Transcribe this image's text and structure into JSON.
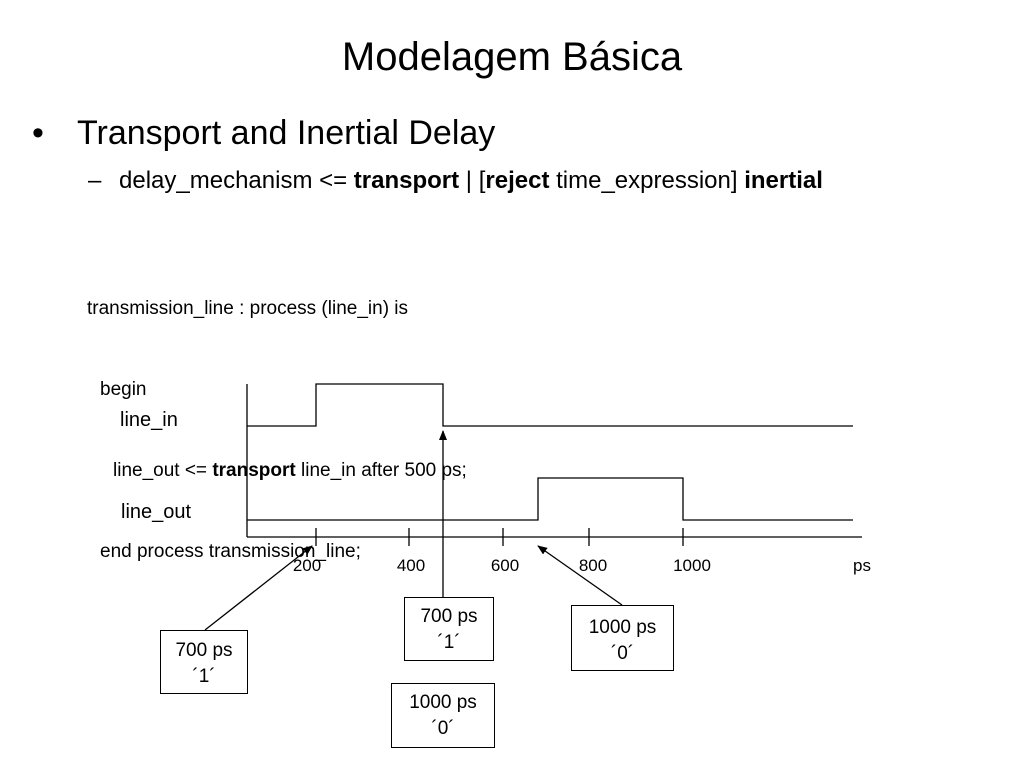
{
  "slide": {
    "title": "Modelagem Básica",
    "bullet1": "Transport and Inertial Delay",
    "bullet2": {
      "prefix": "delay_mechanism <= ",
      "kw_transport": "transport",
      "mid1": "  | [",
      "kw_reject": "reject",
      "mid2": " time_expression] ",
      "kw_inertial": "inertial"
    }
  },
  "code": {
    "line1": "transmission_line : process (line_in) is",
    "line2": "begin",
    "line3_prefix": "line_out <= ",
    "line3_keyword": "transport",
    "line3_suffix": " line_in after 500 ps;",
    "line4": "end process transmission_line;"
  },
  "timing": {
    "signals": [
      "line_in",
      "line_out"
    ],
    "axis_unit": "ps",
    "ticks": [
      "200",
      "400",
      "600",
      "800",
      "1000"
    ],
    "line_in_pulse": {
      "rise_ps": 200,
      "fall_ps": 450
    },
    "line_out_pulse": {
      "rise_ps": 700,
      "fall_ps": 1000
    },
    "callouts": [
      {
        "time": "700 ps",
        "value": "´1´"
      },
      {
        "time": "700 ps",
        "value": "´1´"
      },
      {
        "time": "1000 ps",
        "value": "´0´"
      },
      {
        "time": "1000 ps",
        "value": "´0´"
      }
    ]
  }
}
